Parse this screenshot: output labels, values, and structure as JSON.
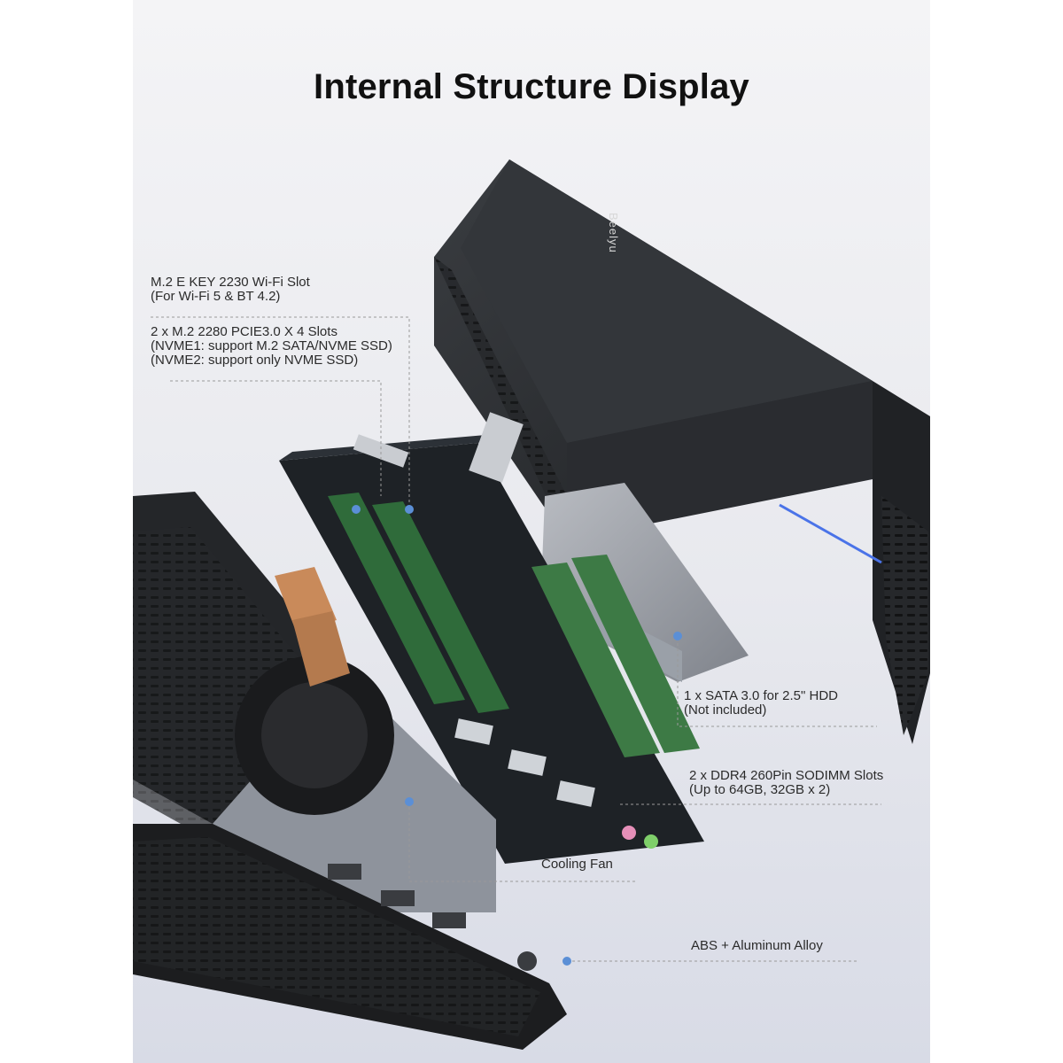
{
  "title": "Internal Structure Display",
  "brand_text": "Beelyu",
  "labels": {
    "wifi": [
      "M.2 E KEY 2230 Wi-Fi Slot",
      "(For Wi-Fi 5 & BT 4.2)"
    ],
    "m2": [
      "2 x M.2 2280 PCIE3.0 X 4 Slots",
      "(NVME1: support M.2 SATA/NVME SSD)",
      "(NVME2: support only NVME SSD)"
    ],
    "sata": [
      "1 x SATA 3.0 for 2.5\" HDD",
      "(Not included)"
    ],
    "ddr": [
      "2 x DDR4 260Pin SODIMM Slots",
      "(Up to 64GB, 32GB x 2)"
    ],
    "fan": "Cooling Fan",
    "case": "ABS + Aluminum Alloy"
  },
  "colors": {
    "accent_dot": "#5b8fd6",
    "case_dark": "#2b2d30",
    "board": "#1e2226",
    "ram_green": "#2f6b3a",
    "leader_line": "#9a9a9a"
  }
}
